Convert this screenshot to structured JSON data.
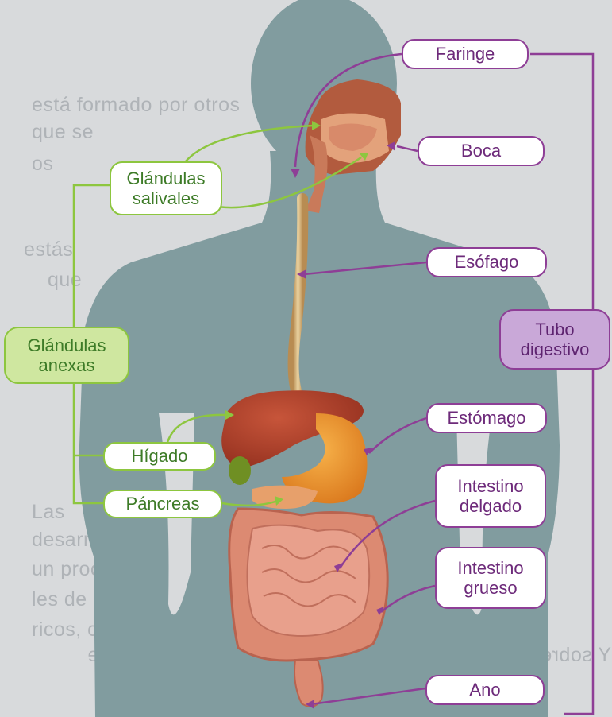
{
  "colors": {
    "tube_accent": "#8e3e96",
    "gland_accent": "#8dc63f",
    "silhouette": "#7f9b9e"
  },
  "labels": {
    "faringe": "Faringe",
    "boca": "Boca",
    "esofago": "Esófago",
    "estomago": "Estómago",
    "intestino_delgado": "Intestino\ndelgado",
    "intestino_grueso": "Intestino\ngrueso",
    "ano": "Ano",
    "tubo_digestivo": "Tubo\ndigestivo",
    "glandulas_salivales": "Glándulas\nsalivales",
    "glandulas_anexas": "Glándulas\nanexas",
    "higado": "Hígado",
    "pancreas": "Páncreas"
  }
}
